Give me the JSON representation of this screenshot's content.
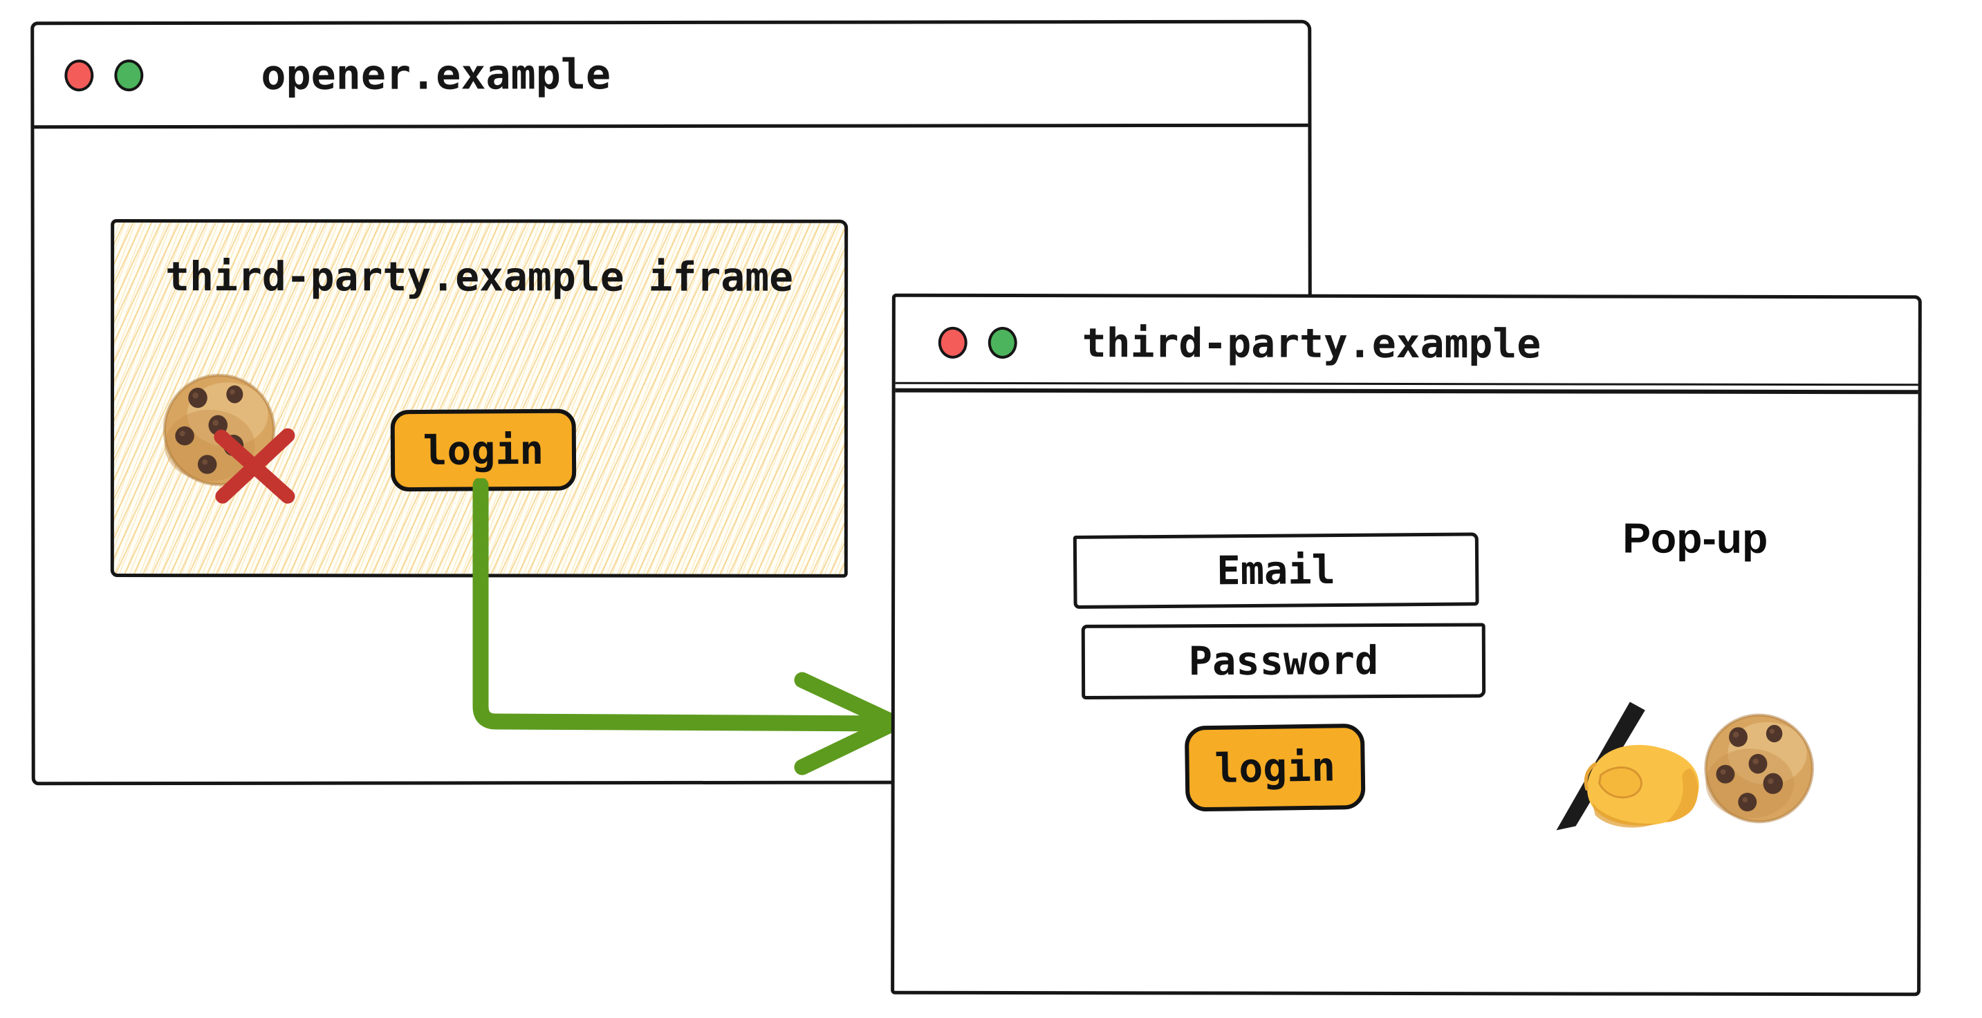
{
  "colors": {
    "ink": "#161616",
    "button_orange": "#F7AC25",
    "arrow_green": "#5D9B1E",
    "blocked_x_red": "#C43530",
    "traffic_light_red": "#F45C5A",
    "traffic_light_green": "#4CB45C",
    "hatch_line": "#F2C468"
  },
  "opener_window": {
    "title": "opener.example",
    "controls": [
      {
        "name": "close",
        "color": "#F45C5A"
      },
      {
        "name": "minimize",
        "color": "#4CB45C"
      }
    ],
    "iframe": {
      "title": "third-party.example iframe",
      "cookie_status_icon": "cookie-blocked",
      "login_button": "login"
    }
  },
  "popup_window": {
    "title": "third-party.example",
    "window_label": "Pop-up",
    "controls": [
      {
        "name": "close",
        "color": "#F45C5A"
      },
      {
        "name": "minimize",
        "color": "#4CB45C"
      }
    ],
    "form": {
      "email_placeholder": "Email",
      "password_placeholder": "Password",
      "login_button": "login"
    },
    "icons": [
      "writing-hand",
      "cookie"
    ]
  },
  "flow": {
    "arrow": "iframe-login-button-opens-popup"
  }
}
